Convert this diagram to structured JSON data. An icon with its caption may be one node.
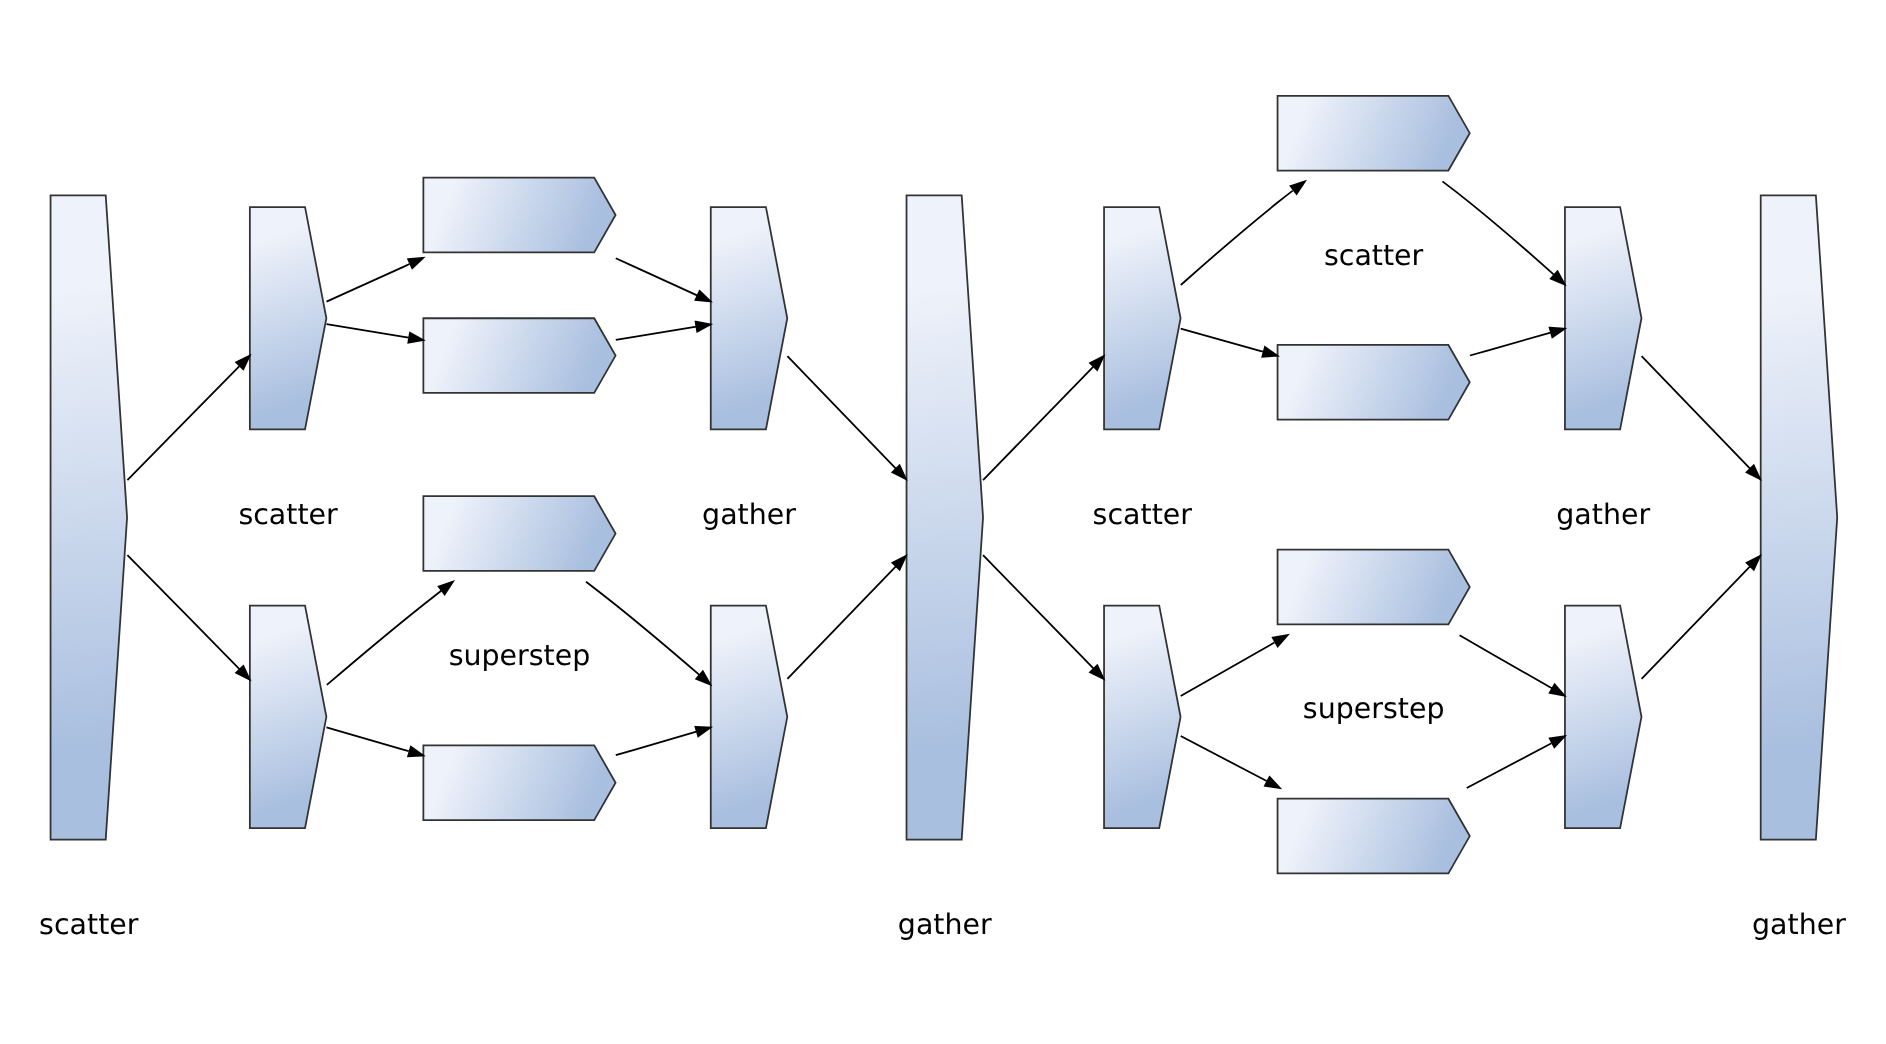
{
  "diagram": {
    "nodes": [
      {
        "text": [],
        "shape": "pentagon"
      },
      {
        "text": [],
        "shape": "pentagon"
      },
      {
        "text": [],
        "shape": "pentagon"
      },
      {
        "text": [],
        "shape": "pentagon"
      },
      {
        "text": [],
        "shape": "pentagon"
      },
      {
        "text": [],
        "shape": "pentagon"
      },
      {
        "text": [],
        "shape": "pentagon"
      },
      {
        "text": [],
        "shape": "pentagon"
      },
      {
        "text": [],
        "shape": "pentagon"
      },
      {
        "text": [],
        "shape": "pentagon"
      },
      {
        "text": [],
        "shape": "pentagon"
      },
      {
        "text": [],
        "shape": "pentagon"
      },
      {
        "text": [],
        "shape": "pentagon"
      },
      {
        "text": [],
        "shape": "pentagon"
      },
      {
        "text": [],
        "shape": "pentagon"
      },
      {
        "text": [],
        "shape": "pentagon"
      },
      {
        "text": [],
        "shape": "pentagon"
      },
      {
        "text": [],
        "shape": "pentagon"
      },
      {
        "text": [],
        "shape": "pentagon"
      }
    ],
    "edges": [
      {
        "from": 0,
        "to": 1,
        "arrow": "to"
      },
      {
        "from": 0,
        "to": 2,
        "arrow": "to"
      },
      {
        "from": 1,
        "to": 3,
        "arrow": "to"
      },
      {
        "from": 1,
        "to": 4,
        "arrow": "to"
      },
      {
        "from": 2,
        "to": 5,
        "arrow": "to"
      },
      {
        "from": 2,
        "to": 6,
        "arrow": "to"
      },
      {
        "from": 3,
        "to": 7,
        "arrow": "to"
      },
      {
        "from": 4,
        "to": 7,
        "arrow": "to"
      },
      {
        "from": 5,
        "to": 8,
        "arrow": "to"
      },
      {
        "from": 6,
        "to": 8,
        "arrow": "to"
      },
      {
        "from": 7,
        "to": 9,
        "arrow": "to"
      },
      {
        "from": 8,
        "to": 9,
        "arrow": "to"
      },
      {
        "from": 9,
        "to": 10,
        "arrow": "to"
      },
      {
        "from": 9,
        "to": 11,
        "arrow": "to"
      },
      {
        "from": 10,
        "to": 12,
        "arrow": "to"
      },
      {
        "from": 10,
        "to": 13,
        "arrow": "to"
      },
      {
        "from": 11,
        "to": 14,
        "arrow": "to"
      },
      {
        "from": 11,
        "to": 15,
        "arrow": "to"
      },
      {
        "from": 12,
        "to": 16,
        "arrow": "to"
      },
      {
        "from": 13,
        "to": 16,
        "arrow": "to"
      },
      {
        "from": 14,
        "to": 17,
        "arrow": "to"
      },
      {
        "from": 15,
        "to": 17,
        "arrow": "to"
      },
      {
        "from": 16,
        "to": 18,
        "arrow": "to"
      },
      {
        "from": 17,
        "to": 18,
        "arrow": "to"
      }
    ],
    "labels": [
      "superstep",
      "superstep",
      "scatter",
      "scatter",
      "gather",
      "gather",
      "scatter",
      "scatter",
      "gather",
      "gather"
    ]
  }
}
